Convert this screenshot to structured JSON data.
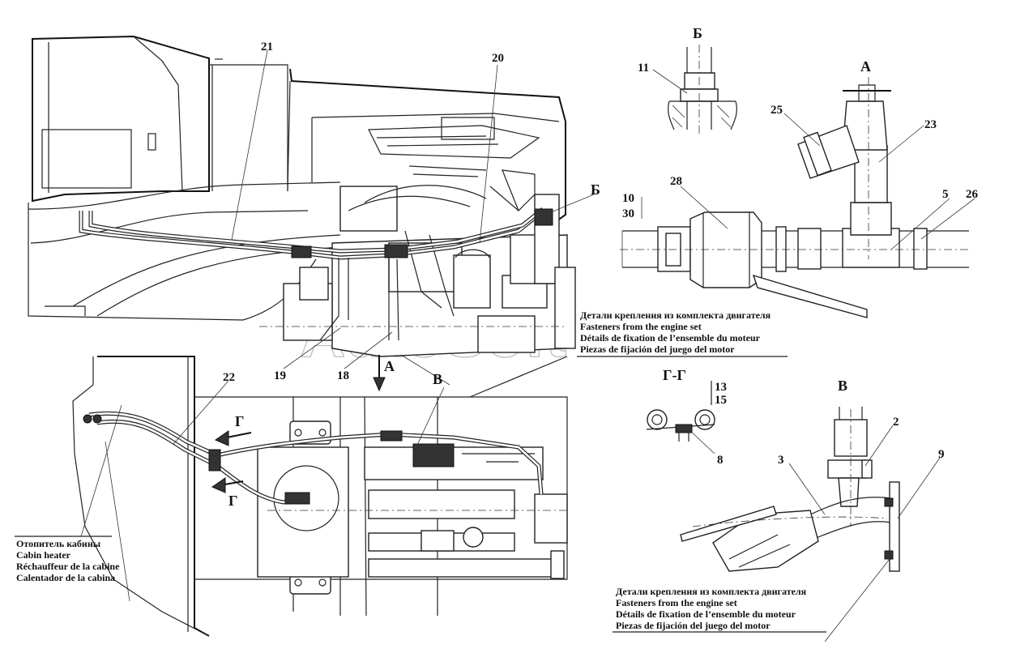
{
  "watermark": "AutoSoft",
  "section_labels": {
    "b_top": "Б",
    "a_top": "А",
    "b_marker": "Б",
    "a_marker": "А",
    "v_marker": "В",
    "v_detail": "В",
    "g_section": "Г-Г",
    "g_arrow_upper": "Г",
    "g_arrow_lower": "Г"
  },
  "callouts": {
    "c21": "21",
    "c20": "20",
    "c11": "11",
    "c25": "25",
    "c23": "23",
    "c28": "28",
    "c10": "10",
    "c30": "30",
    "c5": "5",
    "c26": "26",
    "c19": "19",
    "c18": "18",
    "c22": "22",
    "c13": "13",
    "c15": "15",
    "c8": "8",
    "c2": "2",
    "c3": "3",
    "c9": "9"
  },
  "notes": {
    "fasteners_top": [
      "Детали крепления из комплекта двигателя",
      "Fasteners from the engine set",
      "Détails de fixation de l’ensemble du moteur",
      "Piezas de fijación del juego del motor"
    ],
    "fasteners_bottom": [
      "Детали крепления из комплекта двигателя",
      "Fasteners from the engine set",
      "Détails de fixation de l’ensemble du moteur",
      "Piezas de fijación del juego del motor"
    ],
    "cabin_heater": [
      "Отопитель кабины",
      "Cabin heater",
      "Réchauffeur de la cabine",
      "Calentador de la cabina"
    ]
  }
}
